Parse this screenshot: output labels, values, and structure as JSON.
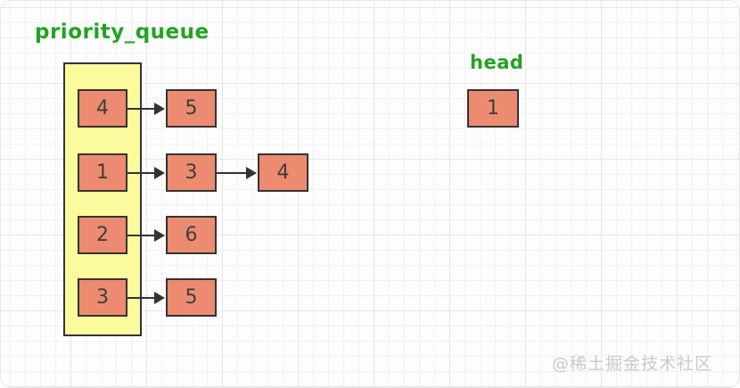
{
  "diagram": {
    "title": "priority_queue",
    "head": {
      "label": "head",
      "value": "1"
    },
    "queue_rows": [
      {
        "node": "4",
        "chain": [
          "5"
        ]
      },
      {
        "node": "1",
        "chain": [
          "3",
          "4"
        ]
      },
      {
        "node": "2",
        "chain": [
          "6"
        ]
      },
      {
        "node": "3",
        "chain": [
          "5"
        ]
      }
    ],
    "watermark": "@稀土掘金技术社区",
    "colors": {
      "node_fill": "#ed8b71",
      "container_fill": "#fbfb9d",
      "label": "#22a322",
      "border": "#333333"
    }
  }
}
